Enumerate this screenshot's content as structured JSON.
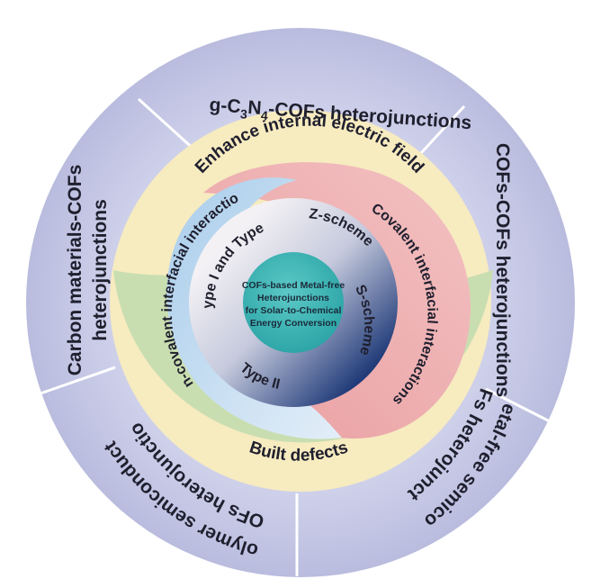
{
  "outer_ring": {
    "segments": [
      {
        "id": "top",
        "lines": [
          "g-C",
          "3",
          "N",
          "4",
          "-COFs heterojunctions"
        ]
      },
      {
        "id": "right",
        "text": "COFs-COFs heterojunctions"
      },
      {
        "id": "lower-right",
        "line1": "Other metal-free semiconductor",
        "line2": "-COFs heterojunctions"
      },
      {
        "id": "bottom-left",
        "line1": "Polymer semiconductor",
        "line2": "-COFs heterojunctions"
      },
      {
        "id": "left",
        "line1": "Carbon materials-COFs",
        "line2": "heterojunctions"
      }
    ]
  },
  "strategy_ring": {
    "top": "Enhance internal electric field",
    "bottom": "Built defects"
  },
  "interaction_ring": {
    "left": "Non-covalent interfacial interactions",
    "right": "Covalent interfacial interactions"
  },
  "scheme_ring": {
    "type_i_iii": "Type I and Type III",
    "z_scheme": "Z-scheme",
    "s_scheme": "S-scheme",
    "type_ii": "Type II"
  },
  "center": {
    "lines": [
      "COFs-based Metal-free",
      "Heterojunctions",
      "for Solar-to-Chemical",
      "Energy Conversion"
    ]
  },
  "colors": {
    "outer_ring": "#c9cbe6",
    "strategy_top": "#f7ebc0",
    "strategy_bottom": "#c9deb0",
    "covalent": "#efb7b9",
    "noncovalent": "#bcd7ee",
    "scheme_light": "#e6e3ec",
    "scheme_dark": "#2f4b85",
    "center": "#3fb6b6"
  }
}
